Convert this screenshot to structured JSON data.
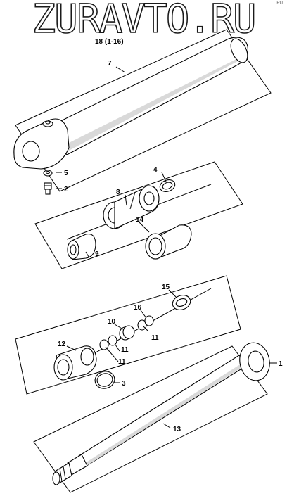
{
  "watermark": "ZURAVTO.RU",
  "corner_mark": "RU",
  "assembly_label": "18 (1-16)",
  "callouts": {
    "c1": "1",
    "c2": "2",
    "c3": "3",
    "c4": "4",
    "c5": "5",
    "c7": "7",
    "c8": "8",
    "c9": "9",
    "c10": "10",
    "c11a": "11",
    "c11b": "11",
    "c11c": "11",
    "c12": "12",
    "c13": "13",
    "c14": "14",
    "c15": "15",
    "c16": "16"
  }
}
